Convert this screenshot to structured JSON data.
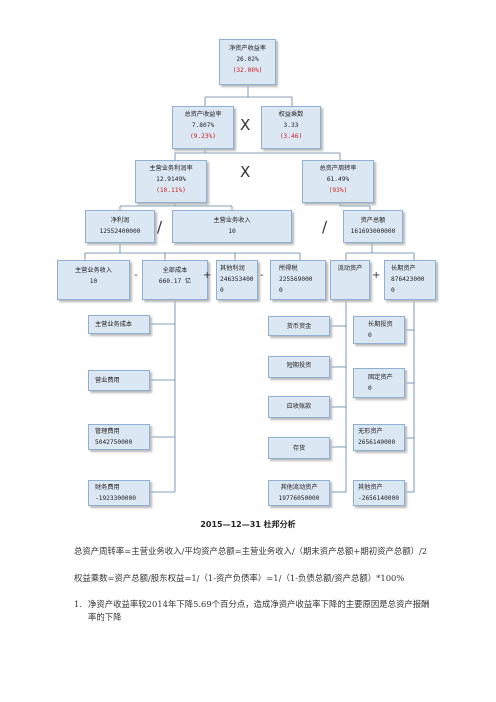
{
  "boxes": {
    "roe": {
      "label": "净资产收益率",
      "value": "26.02%",
      "note": "(32.00%)"
    },
    "roa": {
      "label": "总资产收益率",
      "value": "7.807%",
      "note": "(9.23%)"
    },
    "em": {
      "label": "权益乘数",
      "value": "3.33",
      "note": "(3.46)"
    },
    "npm": {
      "label": "主营业务利润率",
      "value": "12.9149%",
      "note": "(10.11%)"
    },
    "tat": {
      "label": "总资产周转率",
      "value": "61.49%",
      "note": "(93%)"
    },
    "net_profit": {
      "label": "净利润",
      "value": "12552400000"
    },
    "revenue": {
      "label": "主营业务收入",
      "value": "10"
    },
    "total_assets": {
      "label": "资产总额",
      "value": "161693000000"
    },
    "rev2": {
      "label": "主营业务收入",
      "value": "10"
    },
    "total_cost": {
      "label": "全部成本",
      "value": "660.17 亿"
    },
    "other_profit": {
      "label": "其他利润",
      "value": "246353400",
      "value2": "0"
    },
    "income_tax": {
      "label": "所得税",
      "value": "225569000",
      "value2": "0"
    },
    "current_assets": {
      "label": "流动资产"
    },
    "longterm_assets": {
      "label": "长期资产",
      "value": "876423000",
      "value2": "0"
    },
    "cost_main": {
      "label": "主营业务成本"
    },
    "op_exp": {
      "label": "营业费用"
    },
    "mgmt_exp": {
      "label": "管理费用",
      "value": "5042750000"
    },
    "fin_exp": {
      "label": "财务费用",
      "value": "-1923300000"
    },
    "cash": {
      "label": "货币资金"
    },
    "st_invest": {
      "label": "短期投资"
    },
    "receivables": {
      "label": "应收账款"
    },
    "inventory": {
      "label": "存货"
    },
    "other_current": {
      "label": "其他流动资产",
      "value": "19776050000"
    },
    "lt_invest": {
      "label": "长期投资",
      "value": "0"
    },
    "fixed": {
      "label": "固定资产",
      "value": "0"
    },
    "intangible": {
      "label": "无形资产",
      "value": "2656140000"
    },
    "other_assets": {
      "label": "其他资产",
      "value": "-2656140000"
    }
  },
  "operators": {
    "times": "X",
    "divide": "/",
    "minus": "-",
    "plus": "+"
  },
  "caption": "2015—12—31 杜邦分析",
  "paragraphs": [
    "总资产周转率=主营业务收入/平均资产总额=主营业务收入/（期末资产总额+期初资产总额）/2",
    "权益乘数=资产总额/股东权益=1/（1-资产负债率）=1/（1-负债总额/资产总额）*100%"
  ],
  "list_item": {
    "marker": "1.",
    "text": "净资产收益率较2014年下降5.69个百分点，造成净资产收益率下降的主要原因是总资产报酬率的下降"
  }
}
